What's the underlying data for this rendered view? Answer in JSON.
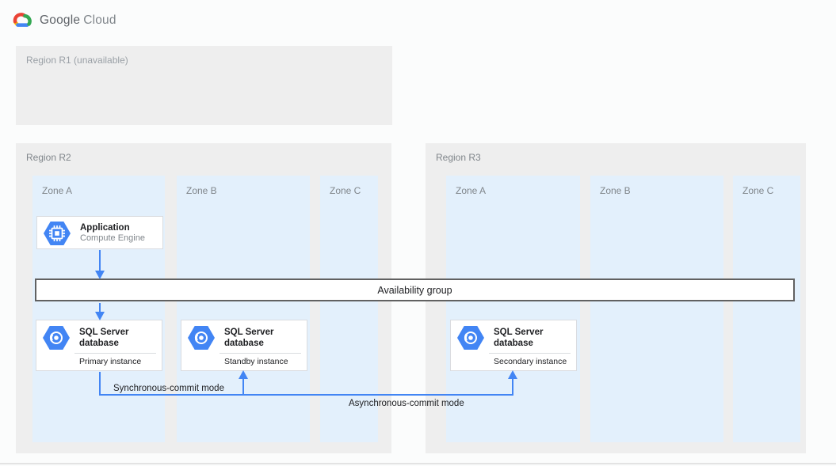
{
  "logo": {
    "google": "Google",
    "cloud": "Cloud"
  },
  "regions": {
    "r1": {
      "label": "Region R1 (unavailable)"
    },
    "r2": {
      "label": "Region R2",
      "zones": [
        "Zone A",
        "Zone B",
        "Zone C"
      ]
    },
    "r3": {
      "label": "Region R3",
      "zones": [
        "Zone A",
        "Zone B",
        "Zone C"
      ]
    }
  },
  "banner": {
    "label": "Availability group"
  },
  "cards": {
    "application": {
      "title": "Application",
      "subtitle": "Compute Engine",
      "icon": "compute-engine-hexagon-icon"
    },
    "primary": {
      "title": "SQL Server database",
      "instance": "Primary instance",
      "icon": "cloud-sql-hexagon-icon"
    },
    "standby": {
      "title": "SQL Server database",
      "instance": "Standby instance",
      "icon": "cloud-sql-hexagon-icon"
    },
    "secondary": {
      "title": "SQL Server database",
      "instance": "Secondary instance",
      "icon": "cloud-sql-hexagon-icon"
    }
  },
  "annotations": {
    "sync": "Synchronous-commit mode",
    "async": "Asynchronous-commit mode"
  },
  "colors": {
    "google_blue": "#4285f4",
    "google_red": "#ea4335",
    "google_yellow": "#fbbc04",
    "google_green": "#34a853",
    "region_fill": "#eeeeee",
    "zone_fill": "#e3f0fc",
    "arrow": "#4285f4",
    "banner_border": "#616161",
    "card_border": "#dadce0",
    "label_gray": "#80868b",
    "text_dark": "#202124"
  }
}
